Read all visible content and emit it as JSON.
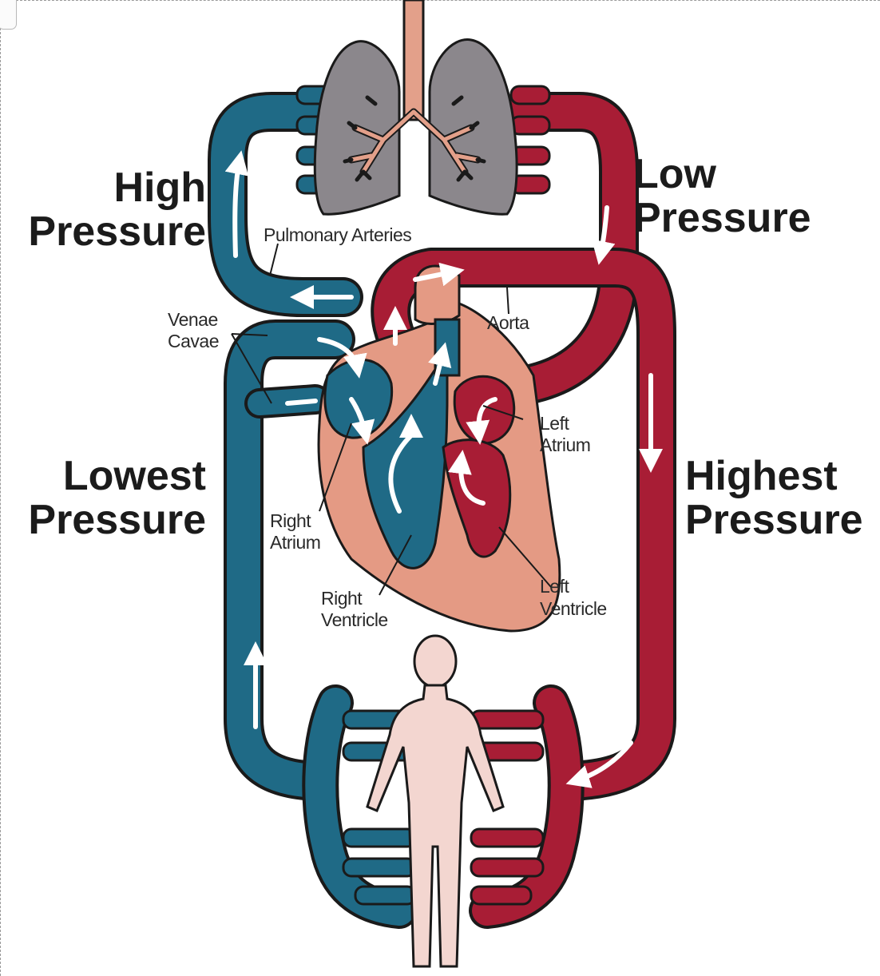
{
  "diagram": {
    "pressure_labels": {
      "high_line1": "High",
      "high_line2": "Pressure",
      "low_line1": "Low",
      "low_line2": "Pressure",
      "lowest_line1": "Lowest",
      "lowest_line2": "Pressure",
      "highest_line1": "Highest",
      "highest_line2": "Pressure"
    },
    "part_labels": {
      "pulmonary_arteries": "Pulmonary Arteries",
      "aorta": "Aorta",
      "venae_line1": "Venae",
      "venae_line2": "Cavae",
      "left_atrium_line1": "Left",
      "left_atrium_line2": "Atrium",
      "right_atrium_line1": "Right",
      "right_atrium_line2": "Atrium",
      "right_ventricle_line1": "Right",
      "right_ventricle_line2": "Ventricle",
      "left_ventricle_line1": "Left",
      "left_ventricle_line2": "Ventricle"
    },
    "colors": {
      "deoxygenated_blue": "#1f6a86",
      "oxygenated_red": "#a81d35",
      "heart_muscle": "#e49a84",
      "lung_gray": "#8b878c",
      "trachea": "#e3a08a",
      "body_skin": "#f3d6d0",
      "outline": "#1a1a1a"
    }
  }
}
